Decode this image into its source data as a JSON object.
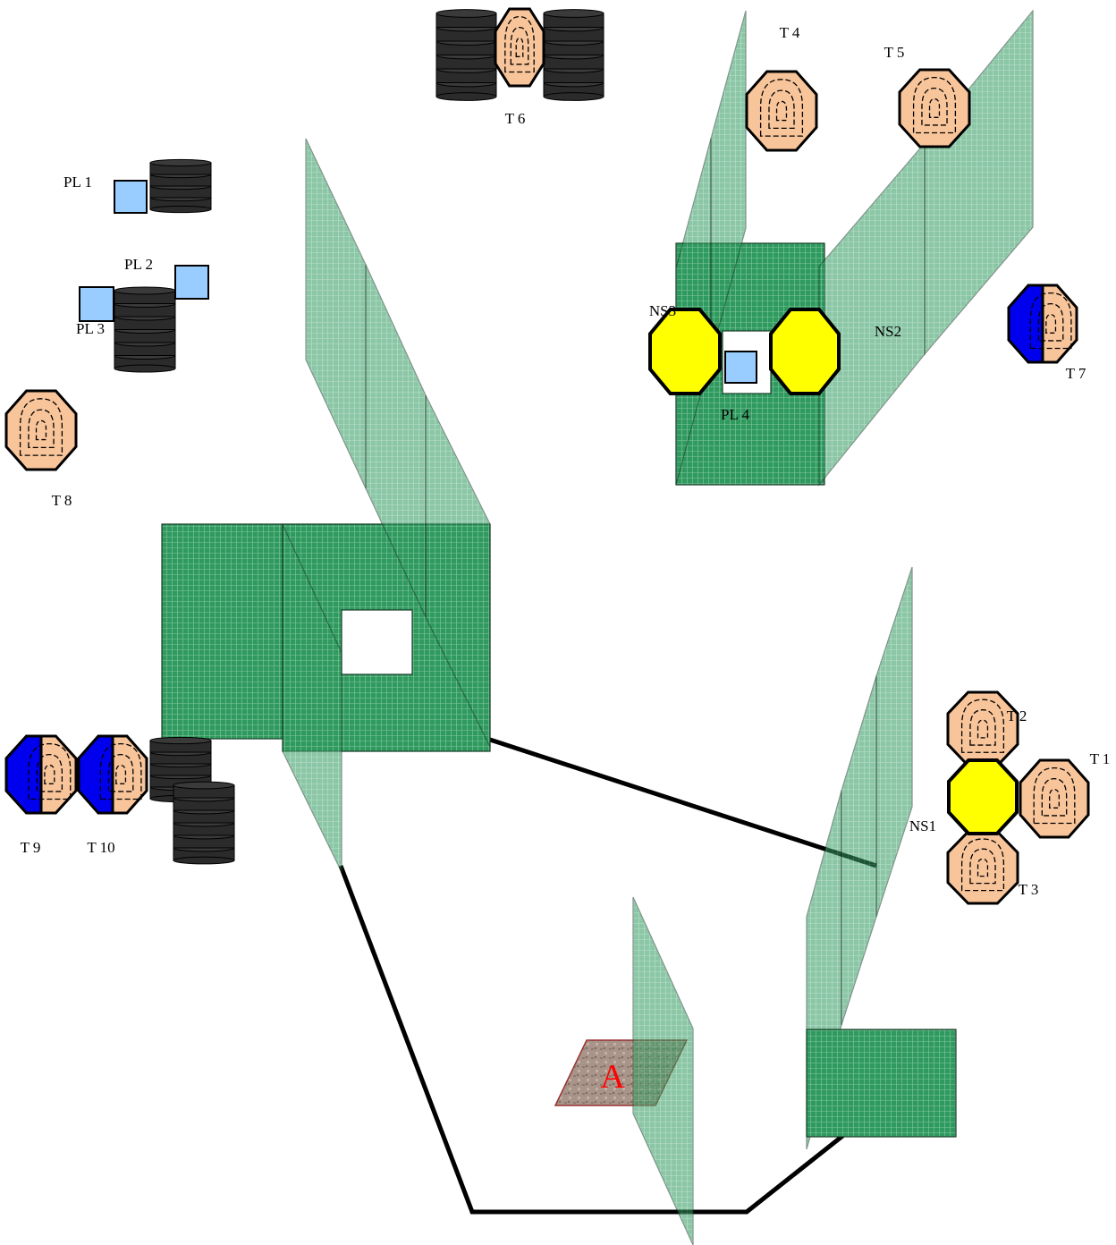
{
  "colors": {
    "panel_fill": "#2e9a5e",
    "panel_stroke": "#1a3d2a",
    "grid_line": "#cfe9d7",
    "skin": "#f8c49a",
    "blue_half": "#0000ee",
    "yellow": "#ffff00",
    "light_blue": "#99ccff",
    "stack": "#2b2b2b",
    "course_line": "#000000",
    "area_fill": "#a89488",
    "area_label": "#ff0000"
  },
  "labels": {
    "t1": "T 1",
    "t2": "T 2",
    "t3": "T 3",
    "t4": "T 4",
    "t5": "T 5",
    "t6": "T 6",
    "t7": "T 7",
    "t8": "T 8",
    "t9": "T 9",
    "t10": "T 10",
    "pl1": "PL 1",
    "pl2": "PL 2",
    "pl3": "PL 3",
    "pl4": "PL 4",
    "ns1": "NS1",
    "ns2": "NS2",
    "ns3": "NS3",
    "area": "A"
  },
  "icons": {
    "target": "octagon-target-icon",
    "no_shoot": "yellow-octagon-icon",
    "plate": "square-plate-icon",
    "barrel": "tire-stack-icon",
    "wall": "mesh-wall-panel"
  }
}
